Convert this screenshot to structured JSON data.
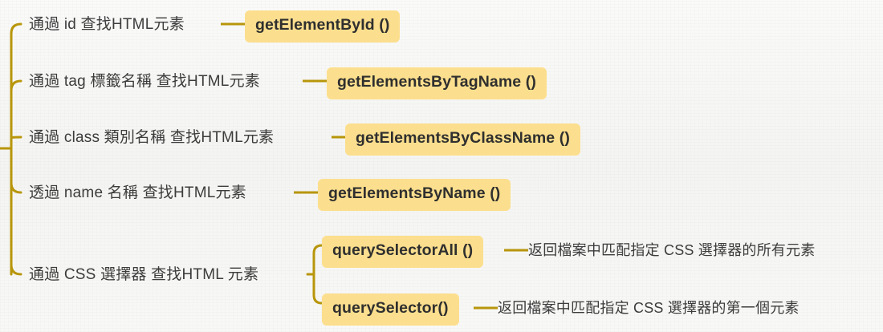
{
  "diagram": {
    "type": "mind-map",
    "title": "",
    "accent_color": "#b8960b",
    "pill_color": "#fcdf8e",
    "text_color": "#3c3c3c",
    "background_color": "#f7f7f5",
    "root_branches": [
      {
        "label": "通過 id 查找HTML元素",
        "method": "getElementById ()",
        "description": ""
      },
      {
        "label": "通過 tag 標籤名稱 查找HTML元素",
        "method": "getElementsByTagName ()",
        "description": ""
      },
      {
        "label": "通過 class 類別名稱 查找HTML元素",
        "method": "getElementsByClassName ()",
        "description": ""
      },
      {
        "label": "透過 name 名稱 查找HTML元素",
        "method": "getElementsByName ()",
        "description": ""
      },
      {
        "label": "通過 CSS 選擇器 查找HTML 元素",
        "method": "",
        "children": [
          {
            "method": "querySelectorAll ()",
            "description": "返回檔案中匹配指定 CSS 選擇器的所有元素"
          },
          {
            "method": "querySelector()",
            "description": "返回檔案中匹配指定 CSS 選擇器的第一個元素"
          }
        ]
      }
    ]
  }
}
